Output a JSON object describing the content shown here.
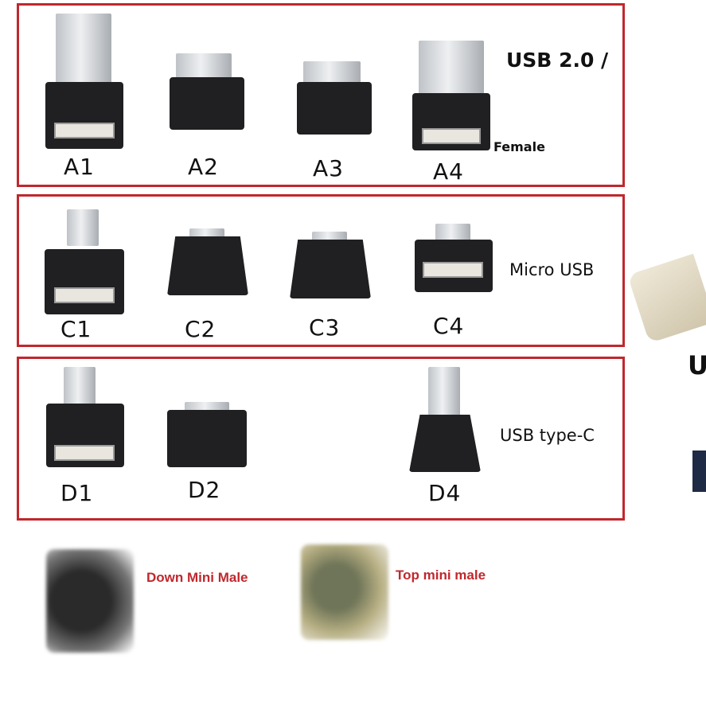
{
  "sections": {
    "usb20": {
      "side_label": "USB 2.0 /",
      "female_label": "Female",
      "items": [
        {
          "id": "A1"
        },
        {
          "id": "A2"
        },
        {
          "id": "A3"
        },
        {
          "id": "A4"
        }
      ]
    },
    "micro": {
      "side_label": "Micro USB",
      "items": [
        {
          "id": "C1"
        },
        {
          "id": "C2"
        },
        {
          "id": "C3"
        },
        {
          "id": "C4"
        }
      ]
    },
    "typec": {
      "side_label": "USB type-C",
      "items": [
        {
          "id": "D1"
        },
        {
          "id": "D2"
        },
        {
          "id": "D4"
        }
      ]
    }
  },
  "mini": {
    "down_label": "Down Mini Male",
    "top_label": "Top mini male"
  },
  "edge_text": "U",
  "colors": {
    "frame": "#c0282d",
    "pcb": "#202022",
    "metal": "#d8dbde"
  }
}
